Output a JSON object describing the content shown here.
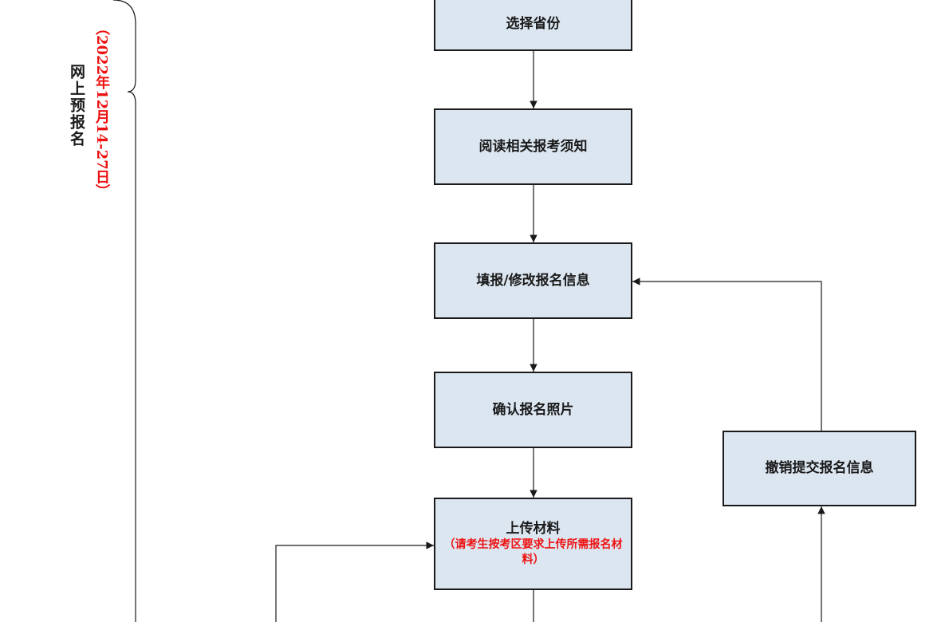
{
  "phase": {
    "label": "网上预报名",
    "date": "（2022年12月14-27日）"
  },
  "nodes": {
    "select_province": "选择省份",
    "read_notice": "阅读相关报考须知",
    "fill_info": "填报/修改报名信息",
    "confirm_photo": "确认报名照片",
    "upload_materials": "上传材料",
    "upload_note": "（请考生按考区要求上传所需报名材料）",
    "revoke_submission": "撤销提交报名信息"
  },
  "colors": {
    "node_fill": "#dce6f1",
    "border": "#1a1a1a",
    "accent_red": "#ee1111"
  }
}
